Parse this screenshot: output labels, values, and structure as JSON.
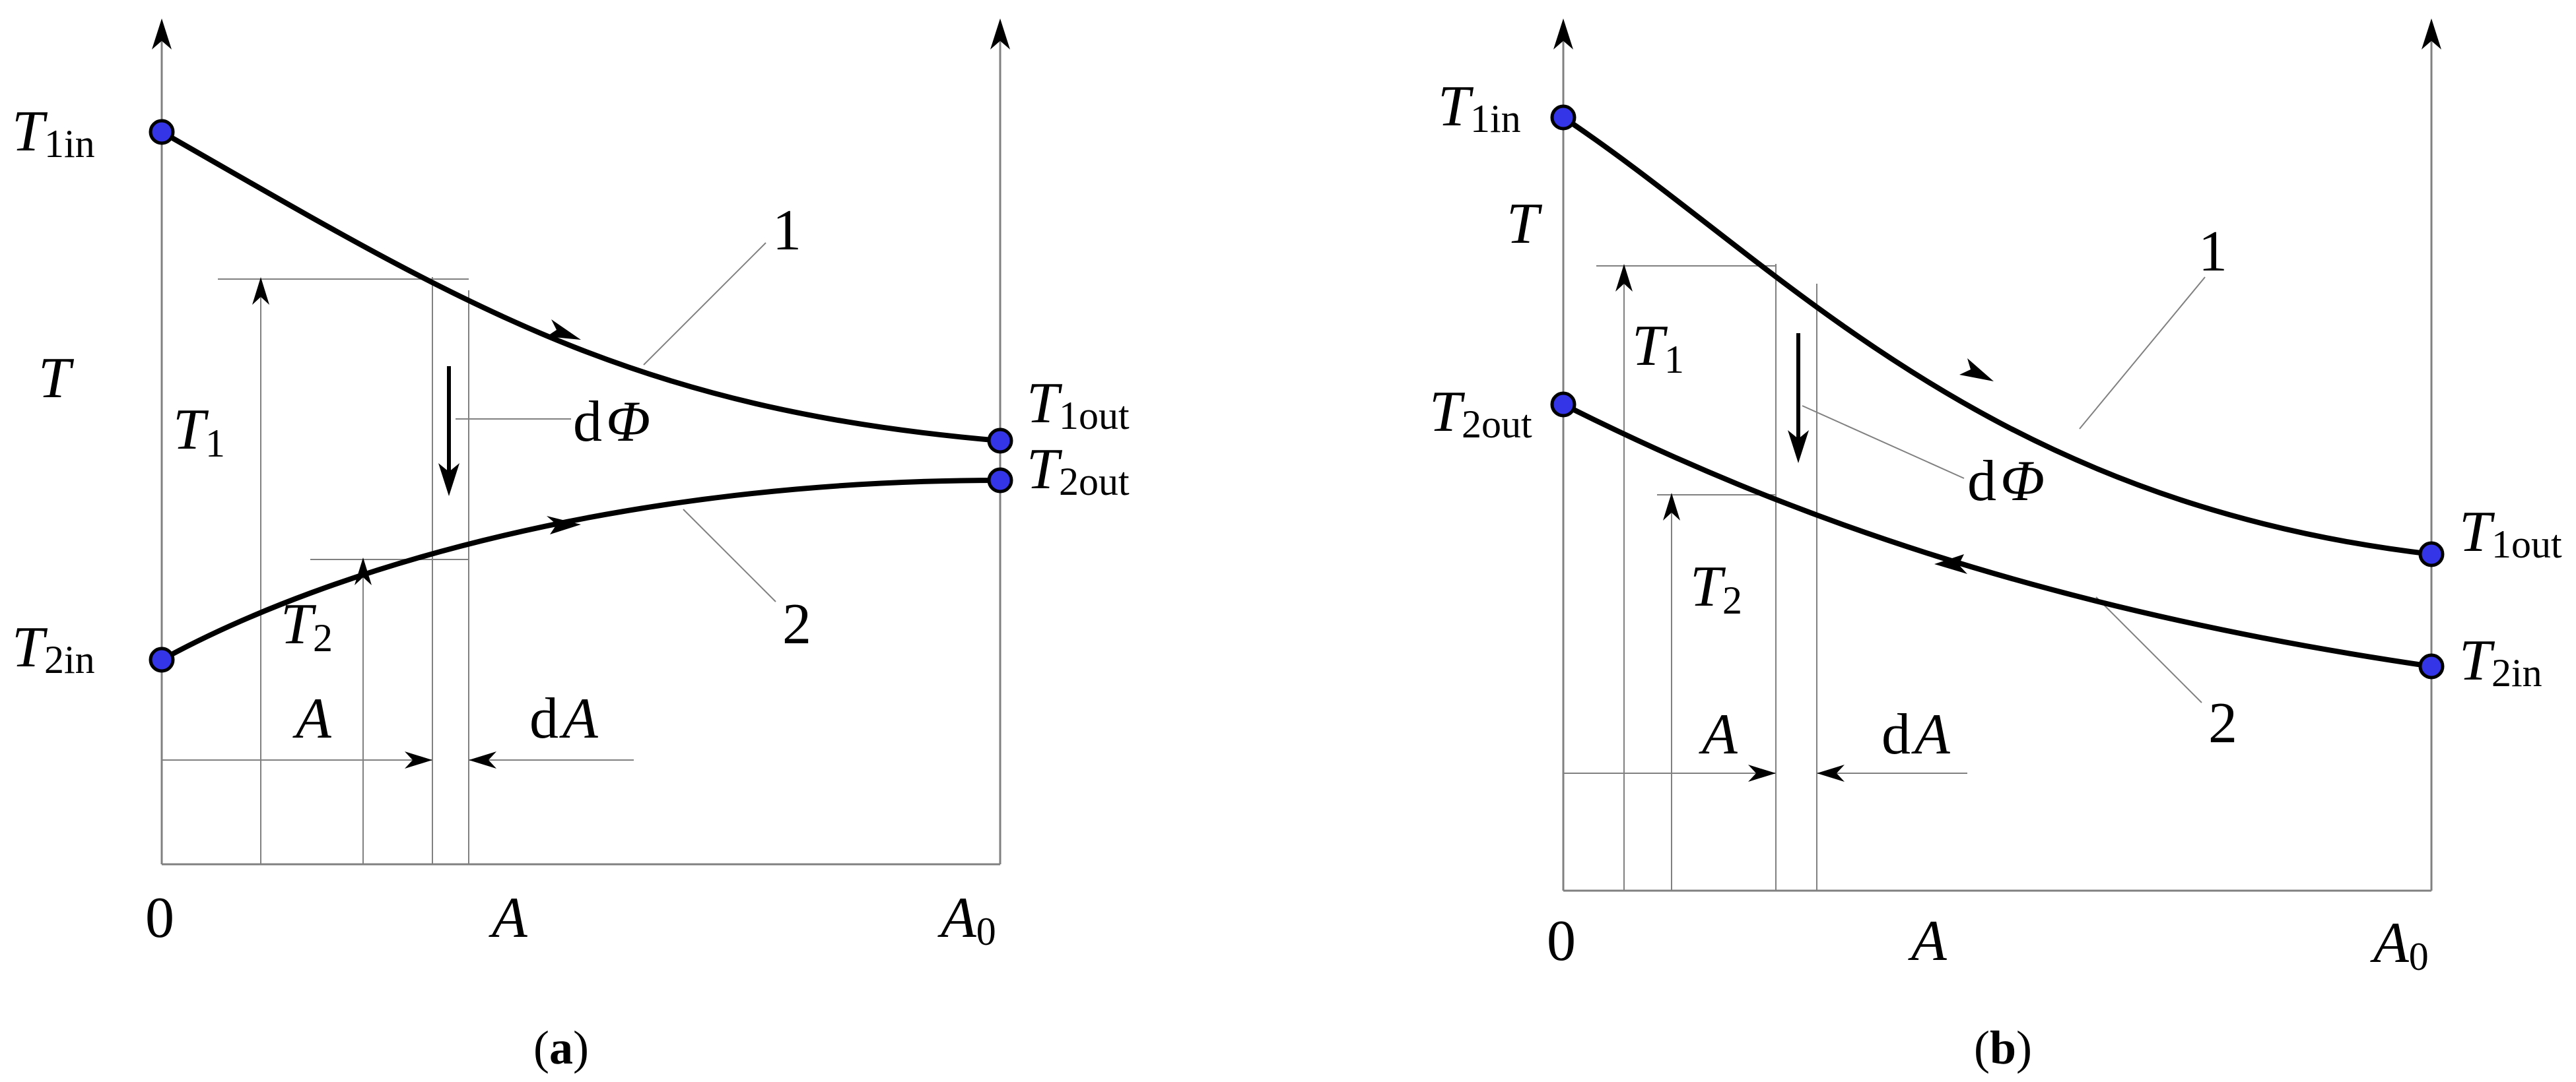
{
  "panel_a": {
    "y_axis_label": "T",
    "origin_label": "0",
    "x_axis_label": "A",
    "x_end_label": "A",
    "x_end_sub": "0",
    "t1_label": "T",
    "t1_sub": "1",
    "t2_label": "T",
    "t2_sub": "2",
    "t1in_label": "T",
    "t1in_sub": "1in",
    "t2in_label": "T",
    "t2in_sub": "2in",
    "t1out_label": "T",
    "t1out_sub": "1out",
    "t2out_label": "T",
    "t2out_sub": "2out",
    "dphi_d": "d",
    "dphi_phi": "Φ",
    "span_A_label": "A",
    "dA_d": "d",
    "dA_A": "A",
    "curve1_label": "1",
    "curve2_label": "2",
    "caption_open": "(",
    "caption_letter": "a",
    "caption_close": ")"
  },
  "panel_b": {
    "y_axis_label": "T",
    "origin_label": "0",
    "x_axis_label": "A",
    "x_end_label": "A",
    "x_end_sub": "0",
    "t1_label": "T",
    "t1_sub": "1",
    "t2_label": "T",
    "t2_sub": "2",
    "t1in_label": "T",
    "t1in_sub": "1in",
    "t2in_label": "T",
    "t2in_sub": "2in",
    "t1out_label": "T",
    "t1out_sub": "1out",
    "t2out_label": "T",
    "t2out_sub": "2out",
    "dphi_d": "d",
    "dphi_phi": "Φ",
    "span_A_label": "A",
    "dA_d": "d",
    "dA_A": "A",
    "curve1_label": "1",
    "curve2_label": "2",
    "caption_open": "(",
    "caption_letter": "b",
    "caption_close": ")"
  },
  "colors": {
    "point_fill": "#3535e8",
    "curve": "#000000",
    "guide": "#808080"
  }
}
